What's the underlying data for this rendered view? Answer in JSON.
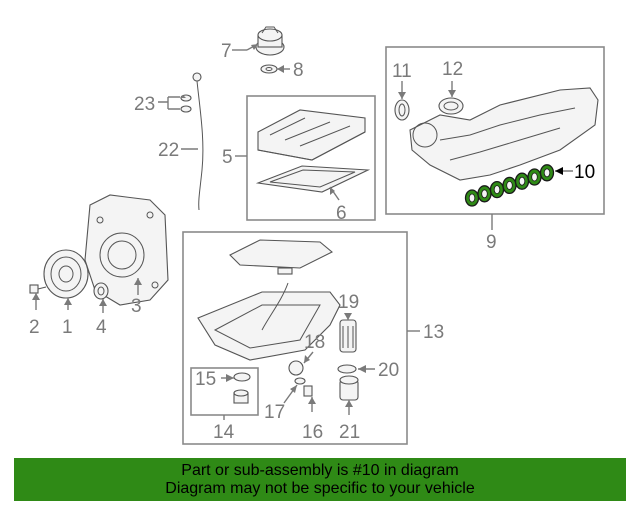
{
  "callouts": {
    "c1": "1",
    "c2": "2",
    "c3": "3",
    "c4": "4",
    "c5": "5",
    "c6": "6",
    "c7": "7",
    "c8": "8",
    "c9": "9",
    "c10": "10",
    "c11": "11",
    "c12": "12",
    "c13": "13",
    "c14": "14",
    "c15": "15",
    "c16": "16",
    "c17": "17",
    "c18": "18",
    "c19": "19",
    "c20": "20",
    "c21": "21",
    "c22": "22",
    "c23": "23"
  },
  "highlight": {
    "color": "#2f8a16",
    "part": "10"
  },
  "footer": {
    "line1": "Part or sub-assembly is #10 in diagram",
    "line2": "Diagram may not be specific to your vehicle"
  }
}
